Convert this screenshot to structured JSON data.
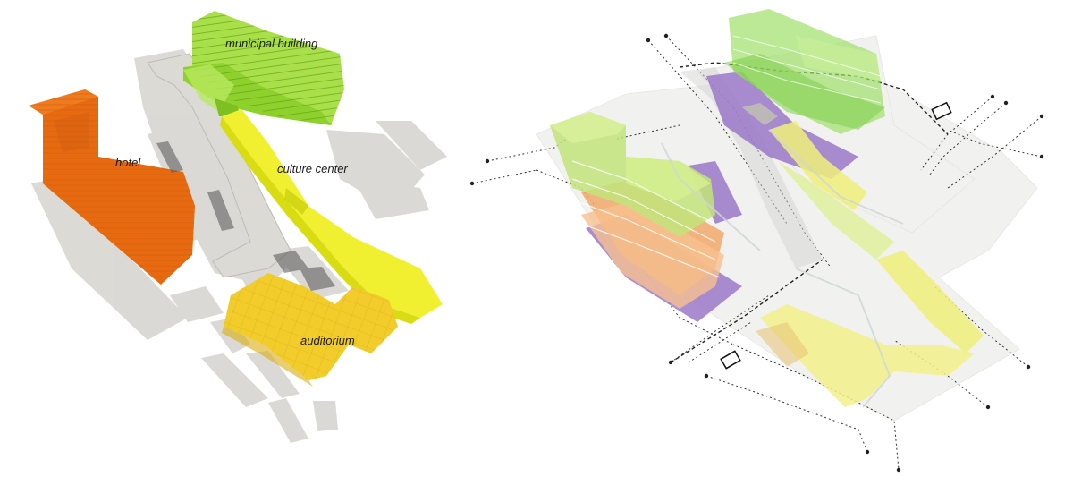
{
  "labels": {
    "municipal": "municipal building",
    "hotel": "hotel",
    "culture": "culture center",
    "auditorium": "auditorium"
  },
  "colors": {
    "hotel": "#f07a1e",
    "municipal": "#8fd12c",
    "culture": "#e8ec1a",
    "auditorium": "#e8c21e",
    "purple": "#9b79c9",
    "shadow": "#c8c6c0"
  }
}
